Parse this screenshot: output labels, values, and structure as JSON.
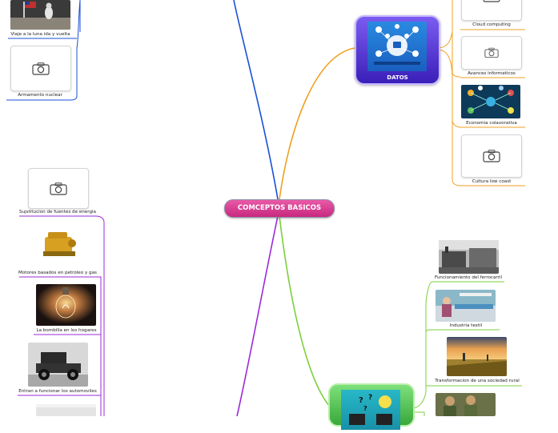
{
  "root": {
    "label": "COMCEPTOS BASICOS"
  },
  "datos": {
    "label": "DATOS"
  },
  "left_top": [
    {
      "caption": "Viaje a la luna ida y vuelta",
      "has_photo": true
    },
    {
      "caption": "Armamento nuclear",
      "has_photo": false
    }
  ],
  "datos_children": [
    {
      "caption": "Cloud computing",
      "has_photo": false
    },
    {
      "caption": "Avances informaticos",
      "has_photo": false
    },
    {
      "caption": "Economia colavorativa",
      "has_photo": true
    },
    {
      "caption": "Cultura low coast",
      "has_photo": false
    }
  ],
  "energy_children": [
    {
      "caption": "Sujstitucion de fuentes de energia",
      "has_photo": false
    },
    {
      "caption": "Motores basados en petroleo y gas",
      "has_photo": true
    },
    {
      "caption": "La bombilla en los hogares",
      "has_photo": true
    },
    {
      "caption": "Entran a funcionar los automoviles",
      "has_photo": true
    }
  ],
  "industry_children": [
    {
      "caption": "Funcionamiento del ferrocarril",
      "has_photo": true
    },
    {
      "caption": "Industria textil",
      "has_photo": true
    },
    {
      "caption": "Transformacion de una sociedad rural",
      "has_photo": true
    }
  ],
  "colors": {
    "blue_branch": "#1a4fd8",
    "orange_branch": "#f0a020",
    "purple_branch": "#9b28d8",
    "green_branch": "#7ccf3c",
    "root_fill": "#d63b91"
  }
}
